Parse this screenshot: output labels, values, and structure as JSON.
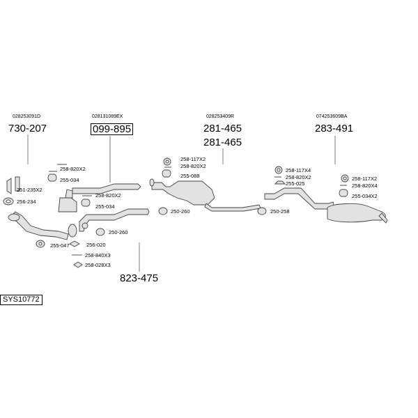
{
  "diagram": {
    "sys_code": "SYS10772",
    "groups": [
      {
        "oe": "028253091D",
        "part": "730-207"
      },
      {
        "oe": "028131089EX",
        "part": "099-895"
      },
      {
        "oe": "028253409R",
        "part": "281-465",
        "part_alt": "281-465"
      },
      {
        "oe": "074253609BA",
        "part": "283-491"
      }
    ],
    "pipe_part": "823-475",
    "fittings": [
      "258-820X2",
      "255-034",
      "251-235X2",
      "256-234",
      "258-820X2",
      "255-034",
      "250-260",
      "255-047",
      "256-020",
      "258-840X3",
      "258-028X3",
      "258-117X2",
      "258-820X2",
      "255-088",
      "250-260",
      "258-117X4",
      "258-820X2",
      "255-025",
      "250-258",
      "258-117X2",
      "258-820X4",
      "255-034X2"
    ]
  }
}
